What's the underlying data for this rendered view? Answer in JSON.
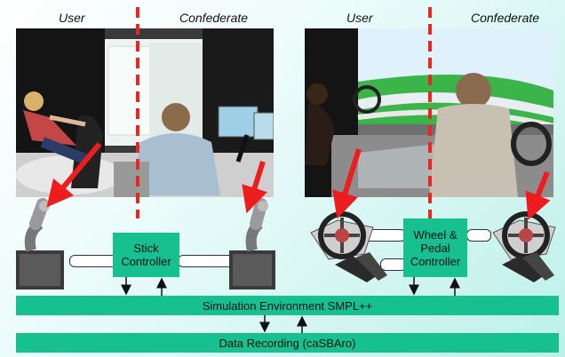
{
  "labels": {
    "user_left": "User",
    "confederate_left": "Confederate",
    "user_right": "User",
    "confederate_right": "Confederate"
  },
  "boxes": {
    "stick_line1": "Stick",
    "stick_line2": "Controller",
    "wheel_line1": "Wheel &",
    "wheel_line2": "Pedal",
    "wheel_line3": "Controller"
  },
  "bars": {
    "simulation": "Simulation Environment SMPL++",
    "recording": "Data Recording (caSBAro)"
  },
  "colors": {
    "arrow_red": "#ee1c1c",
    "box_green": "#17c08f",
    "divider_red": "#e8281e"
  }
}
